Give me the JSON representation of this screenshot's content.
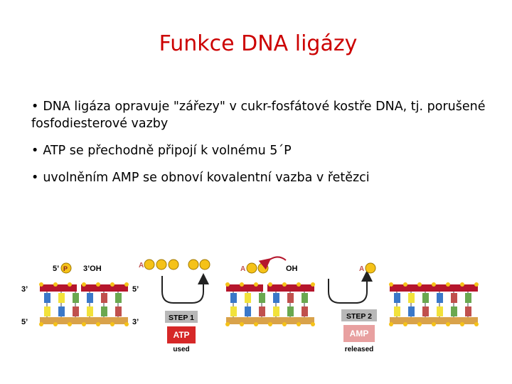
{
  "slide": {
    "title": "Funkce DNA ligázy",
    "bullets": [
      "DNA ligáza opravuje \"zářezy\" v cukr-fosfátové kostře DNA, tj. porušené fosfodiesterové vazby",
      "ATP se přechodně připojí k volnému 5´P",
      "uvolněním AMP se obnoví kovalentní vazba v řetězci"
    ]
  },
  "figure": {
    "left_labels": {
      "top_5prime": "5’",
      "top_3oh": "3’OH",
      "strand_top": "3’",
      "strand_bottom": "5’"
    },
    "atp_top": {
      "a": "A",
      "p": "P"
    },
    "step1": {
      "label": "STEP 1",
      "badge": "ATP",
      "caption": "used",
      "right_top": "5’",
      "right_bottom": "3’"
    },
    "mid_top": {
      "oh": "OH"
    },
    "step2": {
      "label": "STEP 2",
      "badge": "AMP",
      "caption": "released"
    },
    "colors": {
      "strand_red": "#b5162c",
      "strand_tan": "#d9a24a",
      "base_blue": "#3a78c9",
      "base_yellow": "#f2e23a",
      "base_green": "#6aa84f",
      "base_red": "#c0504d",
      "phosphate": "#f5c218",
      "step_gray": "#b8b8b8",
      "badge_red": "#d62828"
    }
  }
}
